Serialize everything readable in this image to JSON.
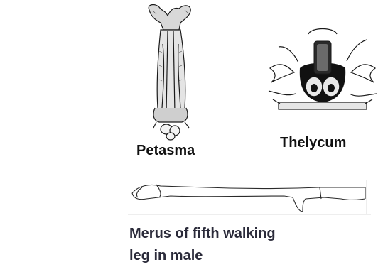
{
  "labels": {
    "petasma": "Petasma",
    "thelycum": "Thelycum",
    "merus_line1": "Merus of fifth walking",
    "merus_line2": "leg in male"
  },
  "colors": {
    "ink": "#111111",
    "caption": "#2b2b3a",
    "background": "#ffffff"
  }
}
